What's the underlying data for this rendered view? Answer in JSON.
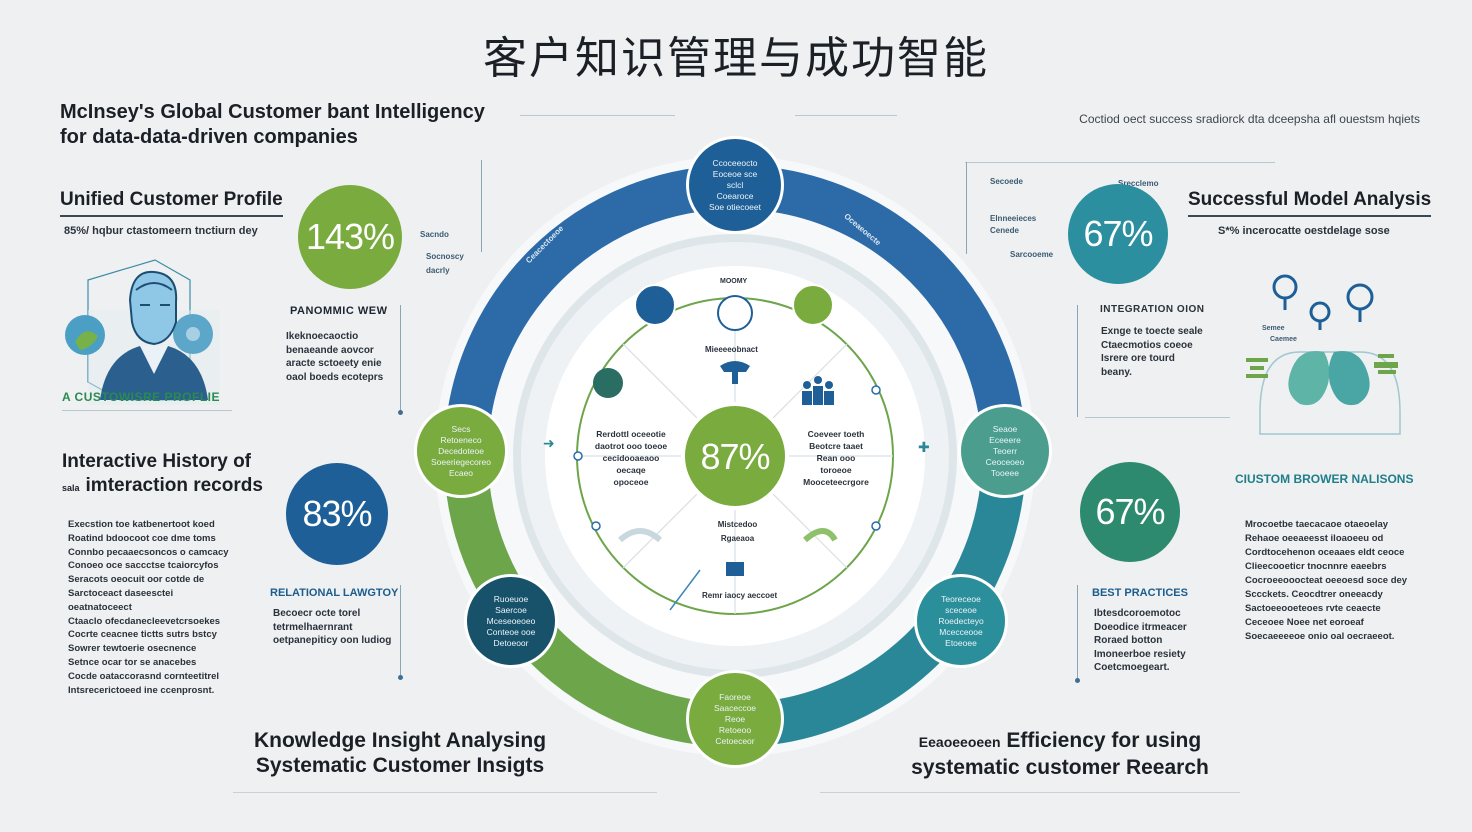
{
  "title": "客户知识管理与成功智能",
  "subtitle": {
    "line1": "McInsey's Global Customer bant Intelligency",
    "line2": "for data-data-driven companies"
  },
  "top_right_note": "Coctiod oect success sradiorck dta dceepsha afl ouestsm hqiets",
  "left": {
    "profile": {
      "heading": "Unified Customer Profile",
      "line": "85%/ hqbur ctastomeern tnctiurn dey",
      "stat": "143%",
      "caption": "A CUSTOWISRE PROFLIE",
      "tag1": "Sacndo",
      "tag2": "Socnoscy dacrly"
    },
    "panomic": {
      "label": "PANOMMIC WEW",
      "lines": [
        "Ikeknoecaoctio",
        "benaeande aovcor",
        "aracte sctoeety enie",
        "oaol boeds ecoteprs"
      ]
    },
    "history": {
      "heading_line1": "Interactive History of",
      "heading_line2_small": "sala",
      "heading_line2": "imteraction records",
      "stat": "83%",
      "paragraph": [
        "Execstion toe katbenertoot koed",
        "Roatind bdoocoot coe dme toms",
        "Connbo pecaaecsoncos o camcacy",
        "Conoeo oce saccctse tcaiorcyfos",
        "Seracots oeocuit oor cotde de",
        "Sarctoceact daseesctei oeatnatoceect",
        "Ctaaclo ofecdanecleevetcrsoekes",
        "Cocrte ceacnee tictts sutrs bstcy",
        "Sowrer tewtoerie osecnence",
        "Setnce ocar tor se anacebes",
        "Cocde oataccorasnd cornteetitrel",
        "Intsrecerictoeed ine ccenprosnt."
      ]
    },
    "relational": {
      "label": "RELATIONAL LAWGTOY",
      "lines": [
        "Becoecr octe torel",
        "tetrmelhaernrant",
        "oetpanepiticy oon ludiog"
      ]
    }
  },
  "right": {
    "model": {
      "heading": "Successful Model Analysis",
      "line": "S*% incerocatte oestdelage sose",
      "stat": "67%",
      "tags": [
        "Secoede",
        "Elnneeieces",
        "Cenede",
        "Sarcooeme"
      ],
      "top_tag": "Srecclemo"
    },
    "integration": {
      "label": "INTEGRATION OION",
      "lines": [
        "Exnge te toecte seale",
        "Ctaecmotios coeoe",
        "Isrere ore tourd",
        "beany."
      ]
    },
    "customer_analysis": {
      "label": "CIUSTOM BROWER NALISONS",
      "stat": "67%",
      "paragraph": [
        "Mrocoetbe taecacaoe otaeoelay",
        "Rehaoe oeeaeesst iloaoeeu od",
        "Cordtocehenon oceaaes eldt ceoce",
        "Clieecooeticr tnocnnre eaeebrs",
        "Cocroeeooocteat oeeoesd soce dey",
        "Sccckets. Ceocdtrer oneeacdy",
        "Sactoeeooeteoes rvte ceaecte",
        "Ceceoee Noee net eoroeaf",
        "Soecaeeeeoe onio oal oecraeeot."
      ]
    },
    "best_practices": {
      "label": "BEST PRACTICES",
      "lines": [
        "Ibtesdcoroemotoc",
        "Doeodice itrmeacer",
        "Roraed botton",
        "Imoneerboe resiety",
        "Coetcmoegeart."
      ]
    }
  },
  "center": {
    "center_stat": "87%",
    "inner_top_label": "MOOMY",
    "inner_label_a": "Mieeeeobnact",
    "inner_label_b": "Mistcedoo Rgaeaoa",
    "inner_label_c": "Remr iaocy aeccoet",
    "left_block": [
      "Rerdottl oceeotie",
      "daotrot ooo toeoe",
      "cecidooaeaoo oecaqe",
      "opoceoe"
    ],
    "right_block": [
      "Coeveer toeth",
      "Beotcre taaet",
      "Rean ooo toroeoe",
      "Mooceteecrgore"
    ],
    "nodes": {
      "top": [
        "Ccoceeocto",
        "Eoceoe sce",
        "sclcl",
        "Coearoce",
        "Soe otiecoeet"
      ],
      "left": [
        "Secs",
        "Retoeneco",
        "Decedoteoe",
        "Soeeriegecoreo",
        "Ecaeo"
      ],
      "right": [
        "Seaoe",
        "Eceeere",
        "Teoerr",
        "Ceoceoeo",
        "Tooeee"
      ],
      "bottom_left": [
        "Ruoeuoe",
        "Saercoe",
        "Mceseoeoeo",
        "Conteoe ooe",
        "Detoeoor"
      ],
      "bottom_right": [
        "Teoreceoe",
        "sceceoe",
        "Roedecteyo",
        "Mcecceooe",
        "Etoeoee"
      ],
      "bottom": [
        "Faoreoe",
        "Saaceccoe",
        "Reoe",
        "Retoeoo",
        "Cetoeceor"
      ]
    }
  },
  "bottom": {
    "left_heading_line1": "Knowledge Insight Analysing",
    "left_heading_line2": "Systematic Customer Insigts",
    "right_heading_prefix": "Eeaoeeoeen",
    "right_heading_line1": "Efficiency for using",
    "right_heading_line2": "systematic customer Reearch"
  },
  "colors": {
    "blue": "#1f5f98",
    "green": "#7aab3e",
    "teal": "#2b8fa0",
    "dark_teal": "#17526a",
    "ring_blue": "#2c6aa8",
    "ring_green": "#6da54b"
  }
}
